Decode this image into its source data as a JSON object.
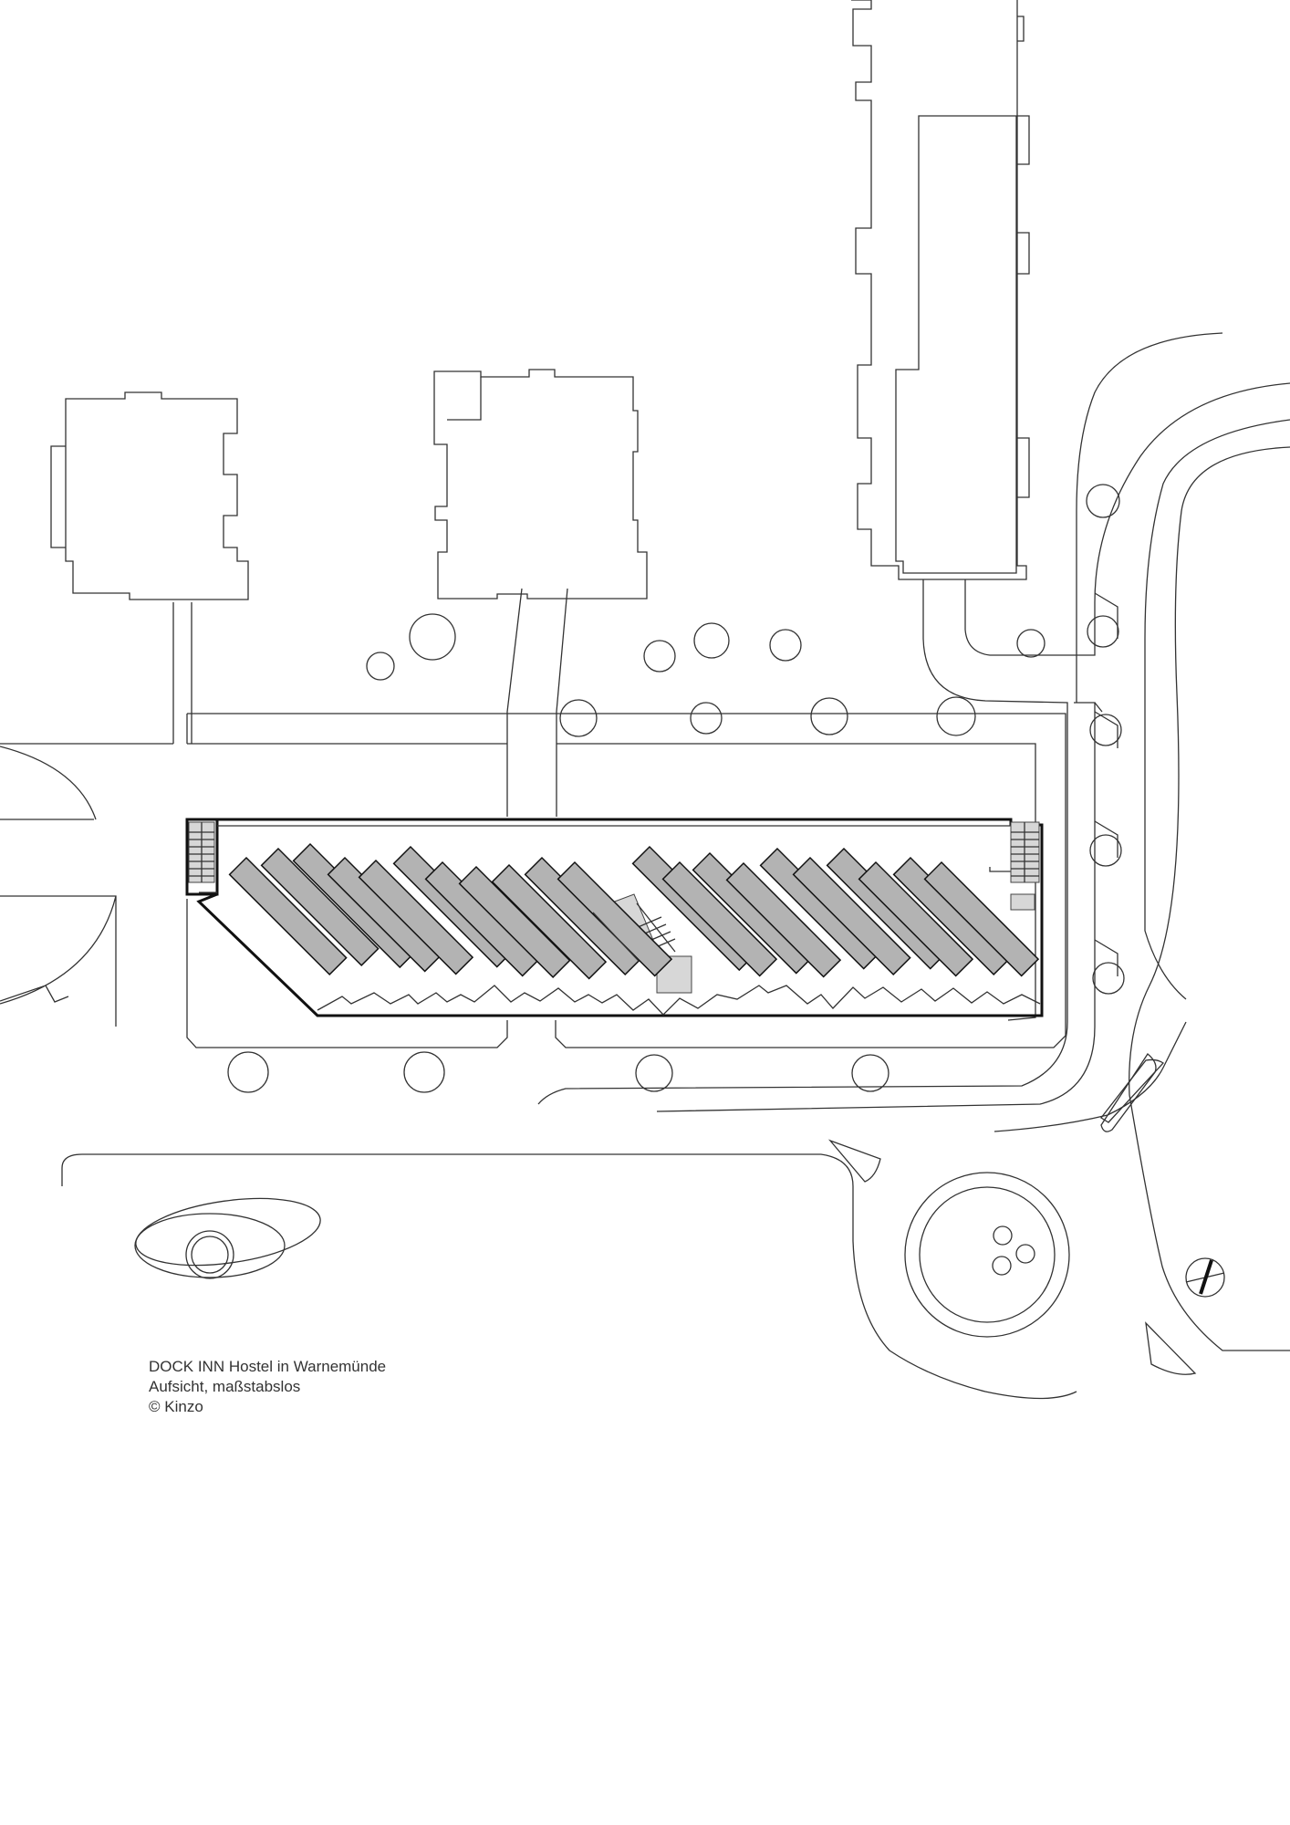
{
  "caption": {
    "title": "DOCK INN Hostel in Warnemünde",
    "subtitle": "Aufsicht, maßstabslos",
    "credit": "© Kinzo"
  },
  "plan": {
    "style": "black line drawing on white",
    "main_building_fill": "#b3b3b3",
    "stair_fill": "#d7d7d7"
  }
}
